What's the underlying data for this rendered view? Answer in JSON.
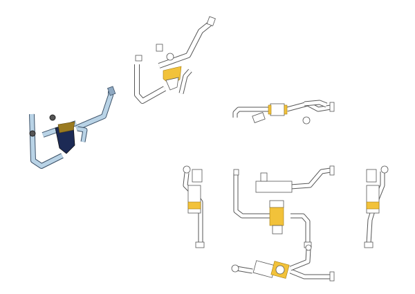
{
  "views": [
    {
      "id": "isometric-shaded"
    },
    {
      "id": "isometric-line"
    },
    {
      "id": "top"
    },
    {
      "id": "left"
    },
    {
      "id": "front"
    },
    {
      "id": "right"
    },
    {
      "id": "bottom"
    }
  ],
  "colors": {
    "line": "#555555",
    "highlight": "#f2c23a",
    "shaded_pipe": "#b9d3e6",
    "shaded_body": "#1c2a55"
  }
}
